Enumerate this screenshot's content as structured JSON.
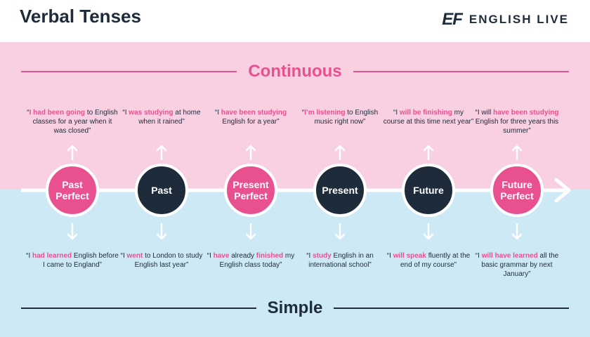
{
  "header": {
    "title": "Verbal Tenses",
    "brand_logo": "EF",
    "brand_name": "ENGLISH LIVE"
  },
  "colors": {
    "pink_band": "#f9cfe2",
    "blue_band": "#cde9f6",
    "pink_accent": "#e8508f",
    "navy": "#1d2b3a"
  },
  "continuous_label": "Continuous",
  "simple_label": "Simple",
  "tenses": [
    {
      "label": "Past Perfect",
      "style": "pink",
      "continuous": [
        {
          "t": "“"
        },
        {
          "t": "I had been going",
          "h": true
        },
        {
          "t": " to English classes for a year when it was closed”"
        }
      ],
      "simple": [
        {
          "t": "“I "
        },
        {
          "t": "had learned",
          "h": true
        },
        {
          "t": " English before I came to England”"
        }
      ]
    },
    {
      "label": "Past",
      "style": "navy",
      "continuous": [
        {
          "t": "“I "
        },
        {
          "t": "was studying",
          "h": true
        },
        {
          "t": " at home when it rained”"
        }
      ],
      "simple": [
        {
          "t": "“I "
        },
        {
          "t": "went",
          "h": true
        },
        {
          "t": " to London to study English last year”"
        }
      ]
    },
    {
      "label": "Present Perfect",
      "style": "pink",
      "continuous": [
        {
          "t": "“I "
        },
        {
          "t": "have been studying",
          "h": true
        },
        {
          "t": " English for a year”"
        }
      ],
      "simple": [
        {
          "t": "“I "
        },
        {
          "t": "have",
          "h": true
        },
        {
          "t": " already "
        },
        {
          "t": "finished",
          "h": true
        },
        {
          "t": " my English class today”"
        }
      ]
    },
    {
      "label": "Present",
      "style": "navy",
      "continuous": [
        {
          "t": "“"
        },
        {
          "t": "I’m listening",
          "h": true
        },
        {
          "t": " to English music right now”"
        }
      ],
      "simple": [
        {
          "t": "“I "
        },
        {
          "t": "study",
          "h": true
        },
        {
          "t": " English in an international school”"
        }
      ]
    },
    {
      "label": "Future",
      "style": "navy",
      "continuous": [
        {
          "t": "“I "
        },
        {
          "t": "will be finishing",
          "h": true
        },
        {
          "t": " my course at this time next year”"
        }
      ],
      "simple": [
        {
          "t": "“I "
        },
        {
          "t": "will speak",
          "h": true
        },
        {
          "t": " fluently at the end of my course”"
        }
      ]
    },
    {
      "label": "Future Perfect",
      "style": "pink",
      "continuous": [
        {
          "t": "“I will "
        },
        {
          "t": "have been studying",
          "h": true
        },
        {
          "t": " English for three years this summer”"
        }
      ],
      "simple": [
        {
          "t": "“I "
        },
        {
          "t": "will have learned",
          "h": true
        },
        {
          "t": " all the basic grammar by next January”"
        }
      ]
    }
  ]
}
